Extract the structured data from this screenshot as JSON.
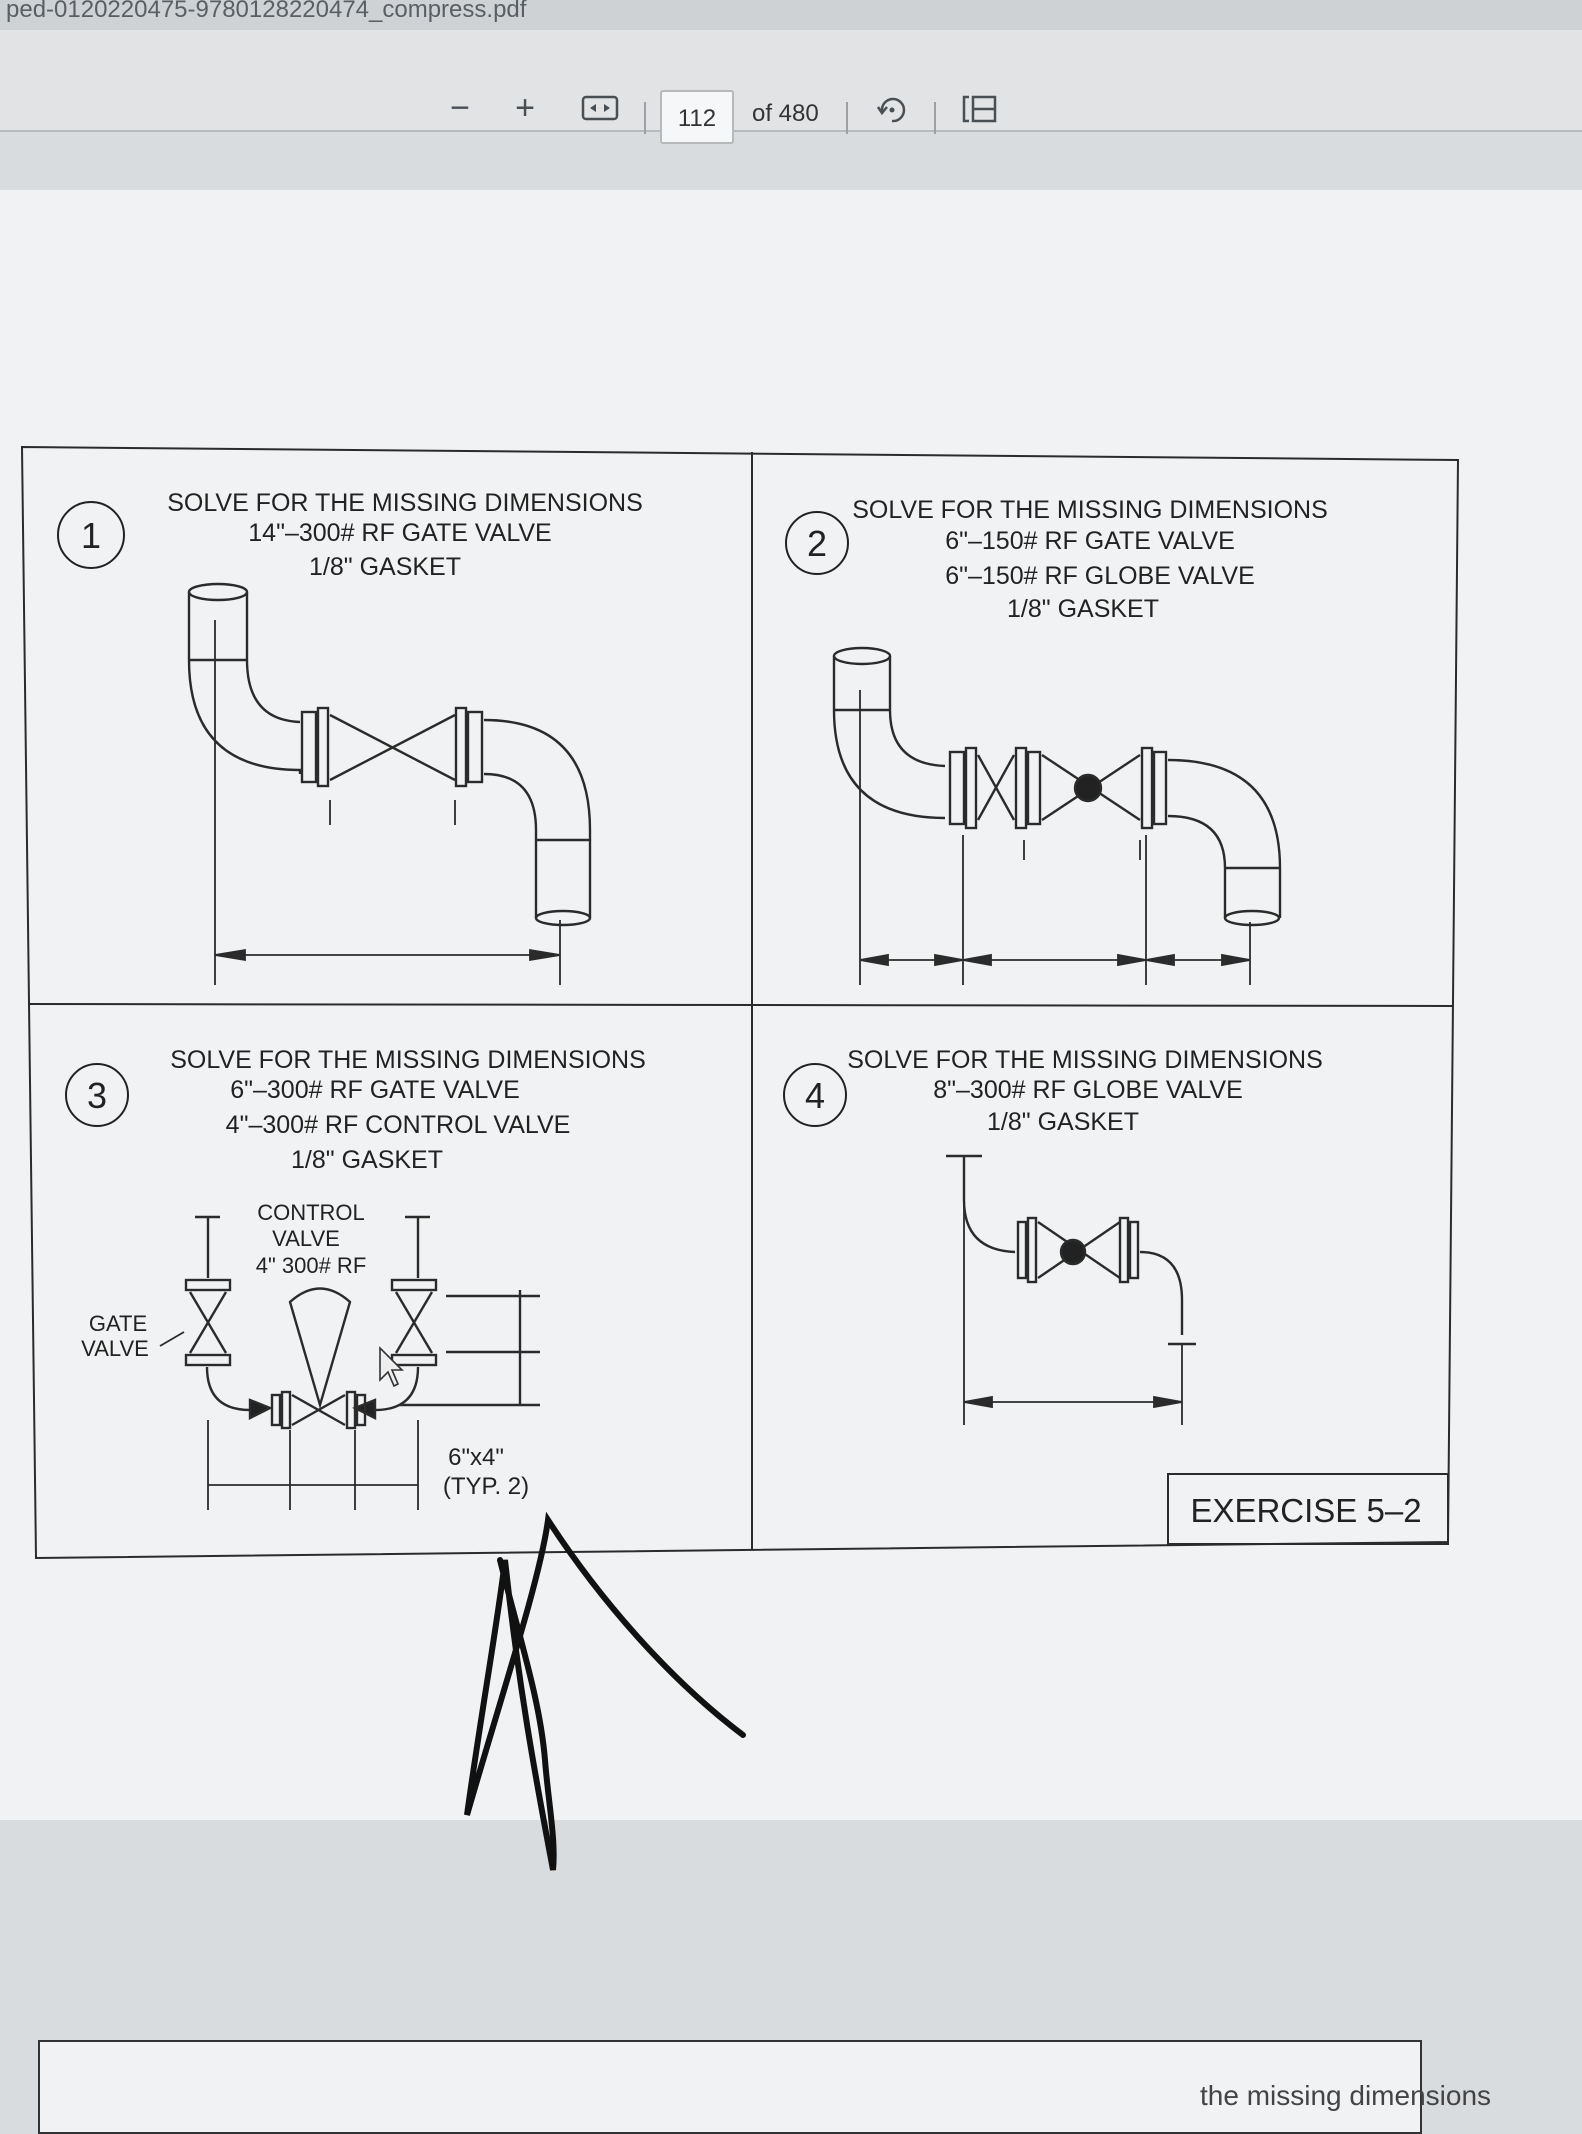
{
  "window": {
    "title": "ped-0120220475-9780128220474_compress.pdf"
  },
  "toolbar": {
    "zoom_out_label": "−",
    "zoom_in_label": "+",
    "page_number": "112",
    "page_total": "of 480",
    "icons": [
      "zoom-out-icon",
      "zoom-in-icon",
      "fit-page-icon",
      "rotate-icon",
      "page-view-icon"
    ]
  },
  "sheet": {
    "panel1": {
      "number": "1",
      "lines": [
        "SOLVE FOR THE MISSING DIMENSIONS",
        "14\"–300# RF GATE VALVE",
        "1/8\" GASKET"
      ]
    },
    "panel2": {
      "number": "2",
      "lines": [
        "SOLVE FOR THE MISSING DIMENSIONS",
        "6\"–150# RF GATE VALVE",
        "6\"–150# RF GLOBE VALVE",
        "1/8\" GASKET"
      ]
    },
    "panel3": {
      "number": "3",
      "lines": [
        "SOLVE FOR THE MISSING DIMENSIONS",
        "6\"–300# RF GATE VALVE",
        "4\"–300# RF CONTROL VALVE",
        "1/8\" GASKET"
      ],
      "control_valve_label": [
        "CONTROL",
        "VALVE",
        "4\" 300# RF"
      ],
      "gate_valve_label": [
        "GATE",
        "VALVE"
      ],
      "reducer_label": [
        "6\"x4\"",
        "(TYP. 2)"
      ]
    },
    "panel4": {
      "number": "4",
      "lines": [
        "SOLVE FOR THE MISSING DIMENSIONS",
        "8\"–300# RF GLOBE VALVE",
        "1/8\" GASKET"
      ]
    },
    "exercise_label": "EXERCISE 5–2"
  },
  "next_page_fragment": "the missing dimensions"
}
